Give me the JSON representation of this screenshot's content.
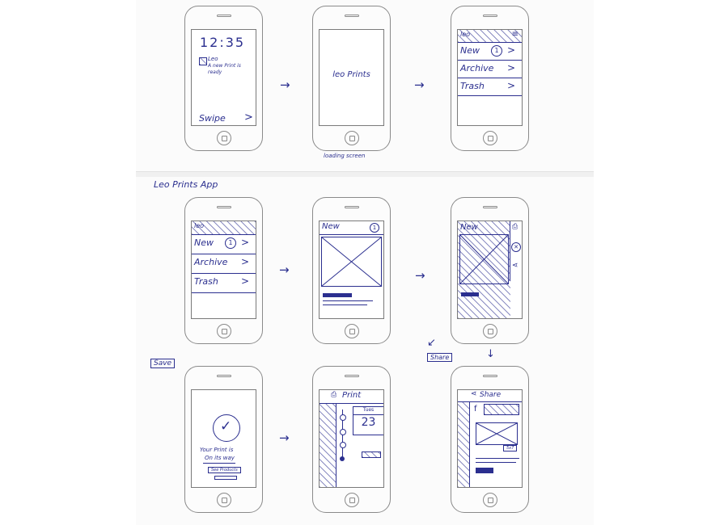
{
  "section_title": "Leo Prints App",
  "captions": {
    "loading": "loading screen",
    "save": "Save",
    "share": "Share"
  },
  "lock_screen": {
    "time": "12:35",
    "notif_name": "Leo",
    "notif_line1": "A new Print is",
    "notif_line2": "ready",
    "swipe": "Swipe",
    "swipe_arrow": ">"
  },
  "splash": {
    "brand": "leo Prints"
  },
  "menu_header": "leo",
  "menu_items": [
    {
      "label": "New",
      "badge": "1",
      "chevron": ">"
    },
    {
      "label": "Archive",
      "chevron": ">"
    },
    {
      "label": "Trash",
      "chevron": ">"
    }
  ],
  "new_screen": {
    "title": "New",
    "badge": "1"
  },
  "overlay_screen": {
    "title": "New"
  },
  "confirm_screen": {
    "msg1": "Your Print is",
    "msg2": "On its way",
    "button": "See Products"
  },
  "print_screen": {
    "title": "Print",
    "day": "Tues",
    "date": "23"
  },
  "share_screen": {
    "title": "Share",
    "fb": "f",
    "size": "5x7"
  },
  "arrows": {
    "right": "→",
    "down": "↓",
    "diag": "↙"
  },
  "colors": {
    "ink": "#2b2f8f",
    "device": "#8a8a8a"
  }
}
